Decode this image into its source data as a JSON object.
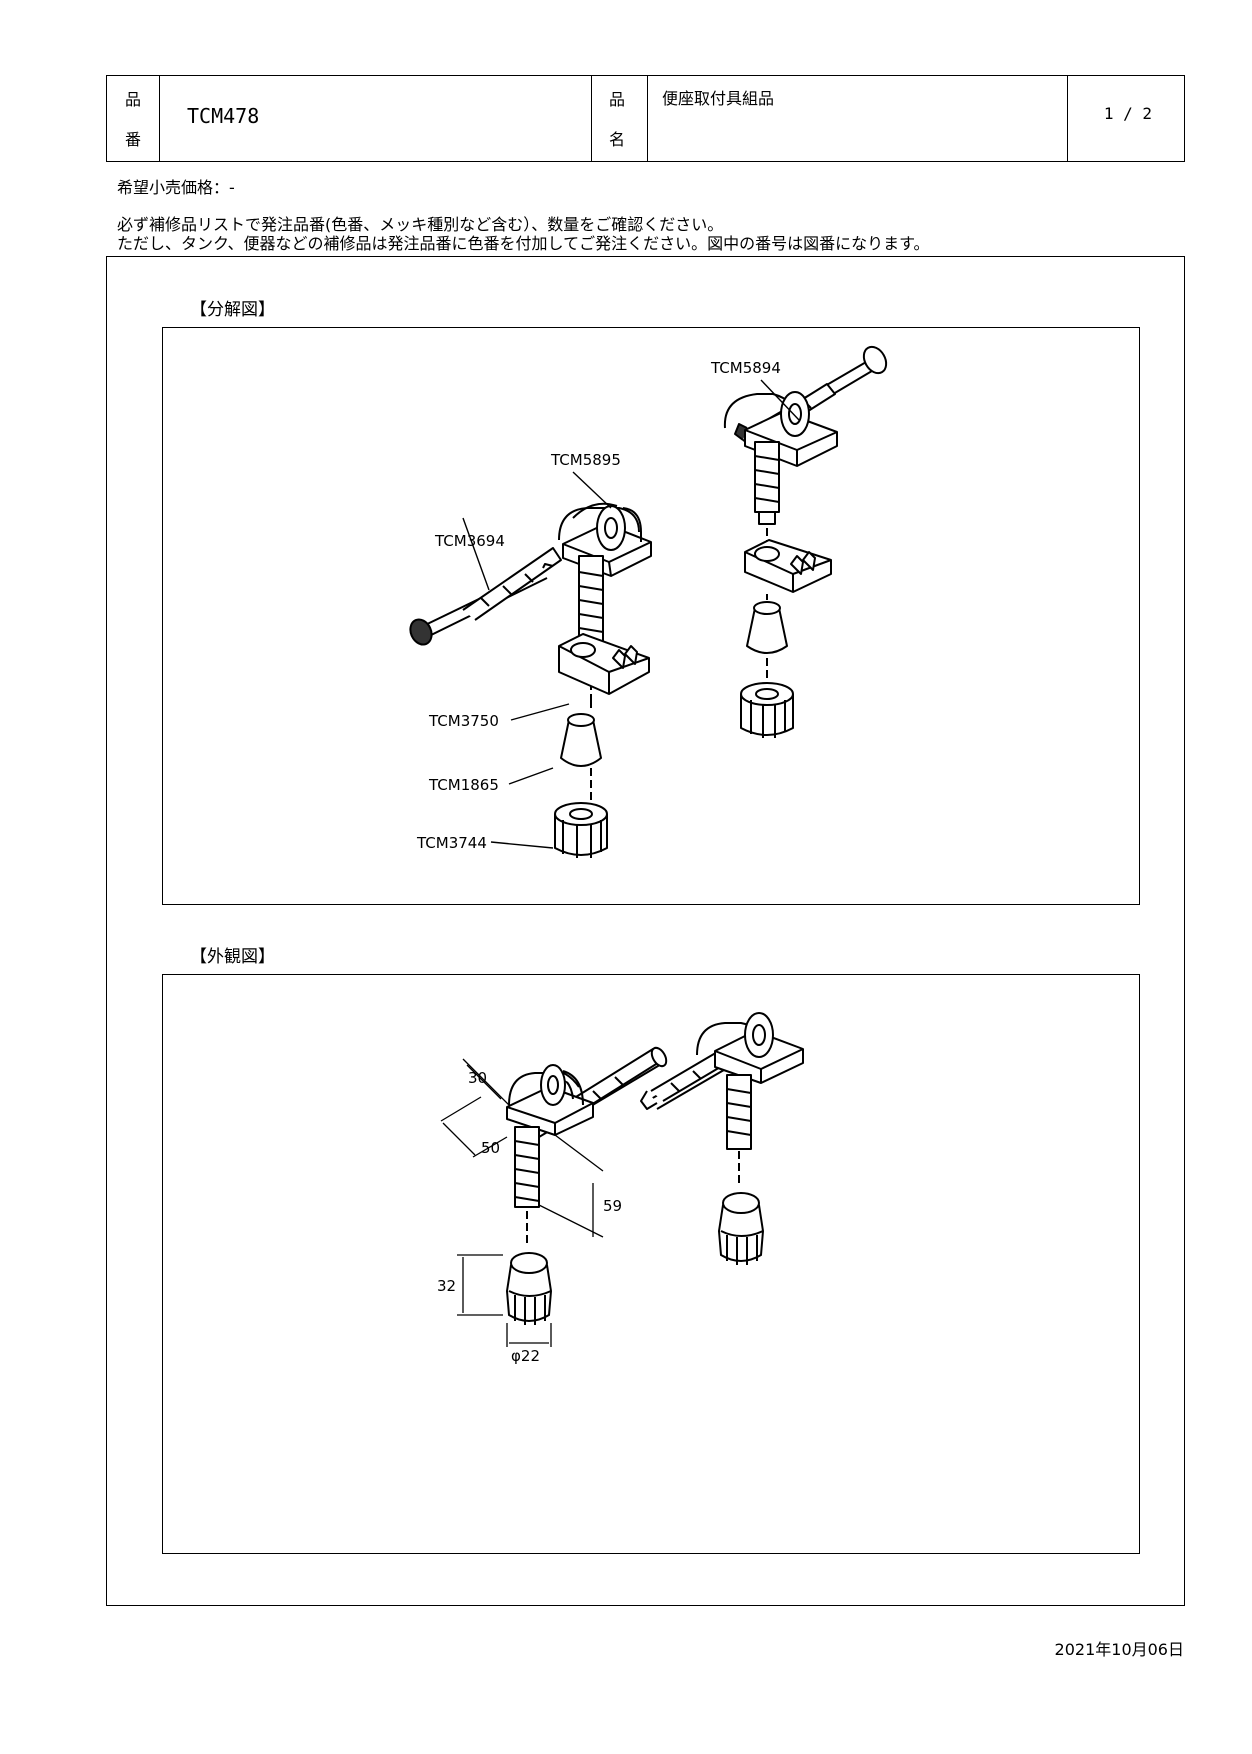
{
  "header": {
    "pn_label_top": "品",
    "pn_label_bottom": "番",
    "part_number": "TCM478",
    "name_label_top": "品",
    "name_label_bottom": "名",
    "part_name": "便座取付具組品",
    "page": "1 / 2"
  },
  "price_line": "希望小売価格：-",
  "notice_line1": "必ず補修品リストで発注品番(色番、メッキ種別など含む）、数量をご確認ください。",
  "notice_line2": "ただし、タンク、便器などの補修品は発注品番に色番を付加してご発注ください。図中の番号は図番になります。",
  "exploded": {
    "heading": "【分解図】",
    "callouts": {
      "tcm5894": "TCM5894",
      "tcm5895": "TCM5895",
      "tcm3694": "TCM3694",
      "tcm3750": "TCM3750",
      "tcm1865": "TCM1865",
      "tcm3744": "TCM3744"
    }
  },
  "exterior": {
    "heading": "【外観図】",
    "dims": {
      "d30": "30",
      "d50": "50",
      "d59": "59",
      "d32": "32",
      "d22": "φ22"
    }
  },
  "date": "2021年10月06日"
}
